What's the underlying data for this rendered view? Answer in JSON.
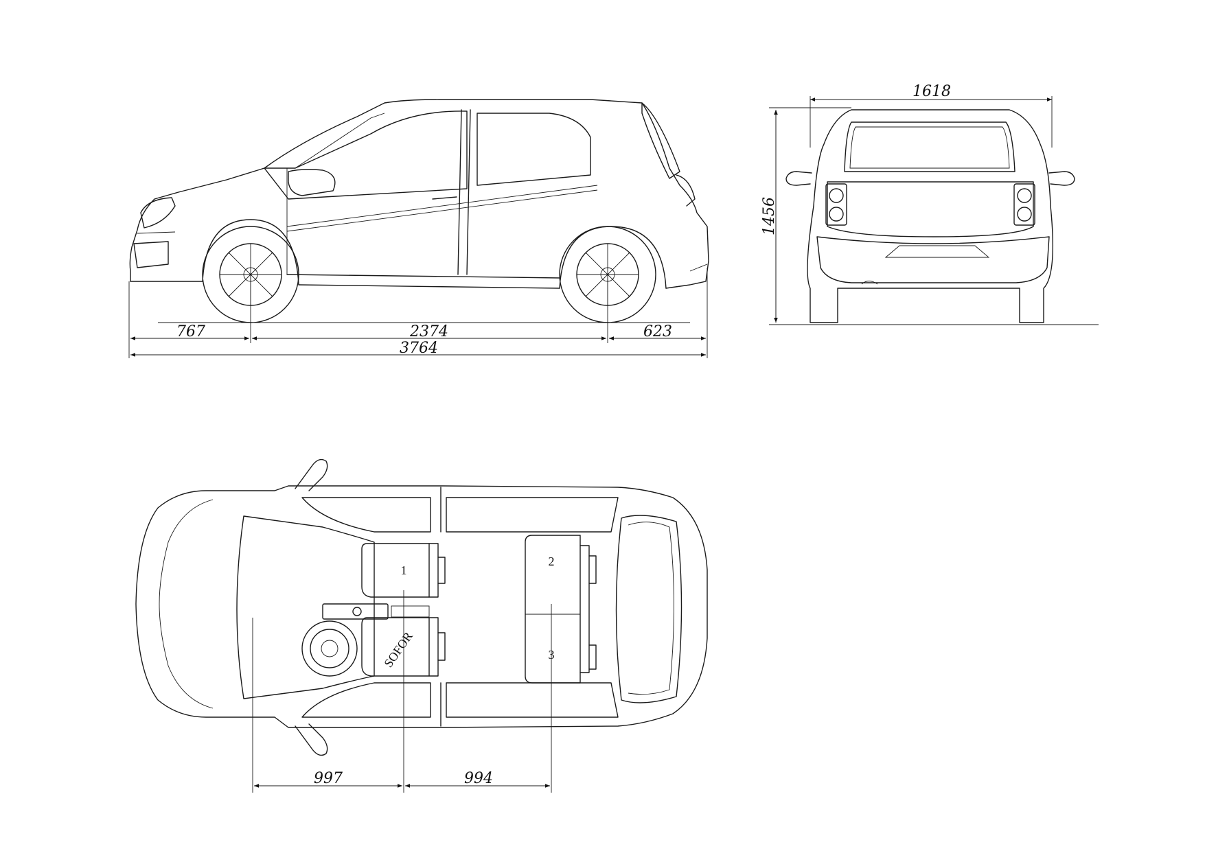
{
  "side_view": {
    "dim_front_overhang": "767",
    "dim_wheelbase": "2374",
    "dim_rear_overhang": "623",
    "dim_length": "3764"
  },
  "rear_view": {
    "dim_width": "1618",
    "dim_height": "1456"
  },
  "top_view": {
    "seat_1": "1",
    "seat_2": "2",
    "seat_3": "3",
    "driver_label": "SOFOR",
    "dim_front_to_driver": "997",
    "dim_driver_to_rear": "994"
  }
}
